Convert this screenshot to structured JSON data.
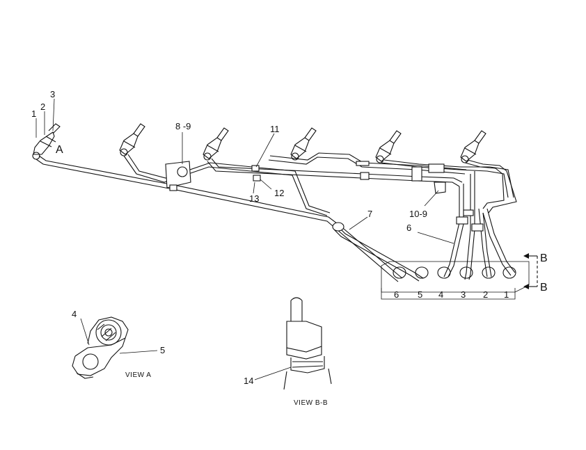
{
  "callouts": {
    "c1": "1",
    "c2": "2",
    "c3": "3",
    "c4": "4",
    "c5": "5",
    "c6": "6",
    "c7": "7",
    "c8_9": "8 -9",
    "c10_9": "10-9",
    "c11": "11",
    "c12": "12",
    "c13": "13",
    "c14": "14"
  },
  "view_markers": {
    "a": "A",
    "b_top": "B",
    "b_bottom": "B"
  },
  "pump_ports": [
    "6",
    "5",
    "4",
    "3",
    "2",
    "1"
  ],
  "captions": {
    "view_a": "VIEW  A",
    "view_bb": "VIEW  B-B"
  }
}
